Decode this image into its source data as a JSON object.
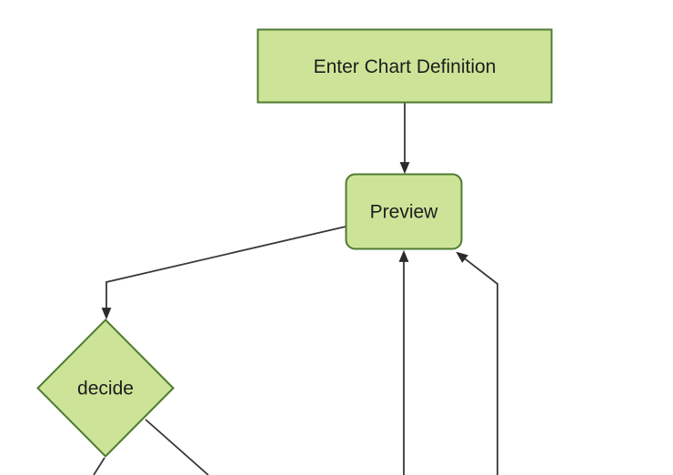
{
  "diagram": {
    "type": "flowchart",
    "nodes": [
      {
        "id": "enter-chart-definition",
        "label": "Enter Chart Definition",
        "shape": "rectangle"
      },
      {
        "id": "preview",
        "label": "Preview",
        "shape": "rounded-rectangle"
      },
      {
        "id": "decide",
        "label": "decide",
        "shape": "diamond"
      }
    ],
    "edges": [
      {
        "from": "enter-chart-definition",
        "to": "preview",
        "arrow": true
      },
      {
        "from": "preview",
        "to": "decide",
        "arrow": true
      },
      {
        "from": "offscreen-bottom-center",
        "to": "preview",
        "arrow": true
      },
      {
        "from": "offscreen-bottom-right",
        "to": "preview",
        "arrow": true
      },
      {
        "from": "decide",
        "to": "offscreen-bottom-left",
        "arrow": false
      },
      {
        "from": "decide",
        "to": "offscreen-bottom-right",
        "arrow": false
      }
    ]
  },
  "colors": {
    "background": "#ffffff",
    "node_fill": "#cde498",
    "node_border": "#4e7b31",
    "line": "#383838",
    "arrowhead": "#2b2b2b",
    "text": "#1d1d1d"
  }
}
